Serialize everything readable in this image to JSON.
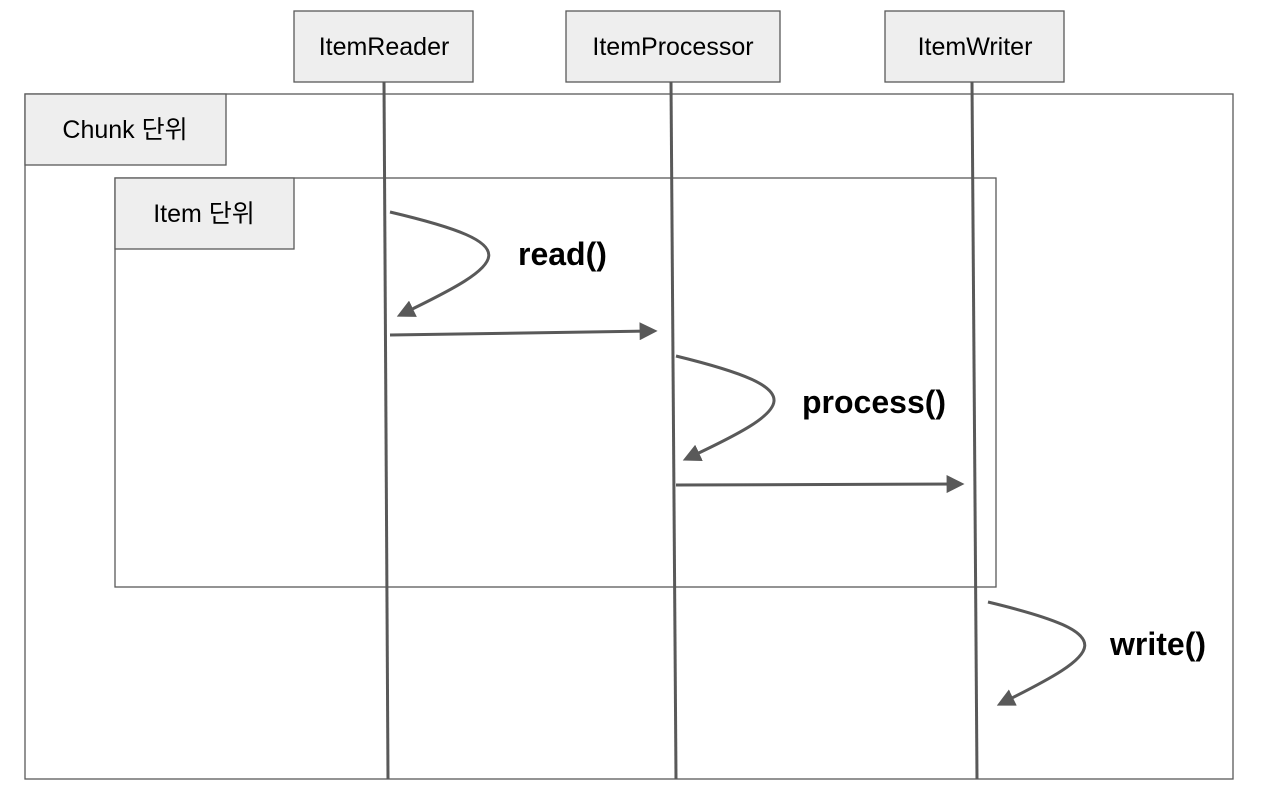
{
  "participants": {
    "reader": "ItemReader",
    "processor": "ItemProcessor",
    "writer": "ItemWriter"
  },
  "frames": {
    "chunk": "Chunk 단위",
    "item": "Item 단위"
  },
  "methods": {
    "read": "read()",
    "process": "process()",
    "write": "write()"
  },
  "colors": {
    "line": "#595959",
    "box_fill": "#eeeeee"
  }
}
